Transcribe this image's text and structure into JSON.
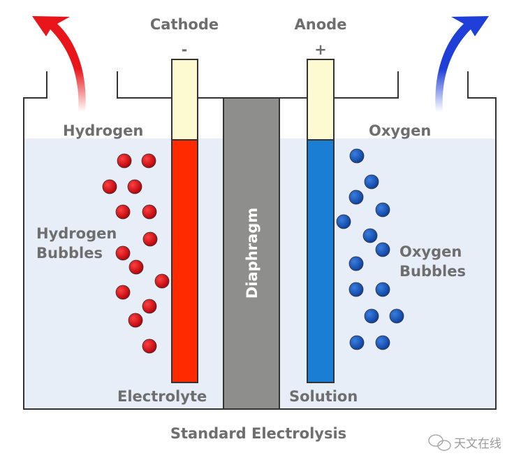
{
  "labels": {
    "cathode": "Cathode",
    "cathode_sign": "-",
    "anode": "Anode",
    "anode_sign": "+",
    "hydrogen": "Hydrogen",
    "oxygen": "Oxygen",
    "hydrogen_bubbles_1": "Hydrogen",
    "hydrogen_bubbles_2": "Bubbles",
    "oxygen_bubbles_1": "Oxygen",
    "oxygen_bubbles_2": "Bubbles",
    "diaphragm": "Diaphragm",
    "electrolyte": "Electrolyte",
    "solution": "Solution",
    "caption": "Standard Electrolysis",
    "watermark": "天文在线"
  },
  "colors": {
    "hydrogen": "#e8161b",
    "oxygen": "#1f5fc8",
    "cathode": "#ff2a00",
    "anode": "#1a7fd4",
    "electrolyte": "#e8eef8",
    "diaphragm": "#8e8e8c"
  }
}
